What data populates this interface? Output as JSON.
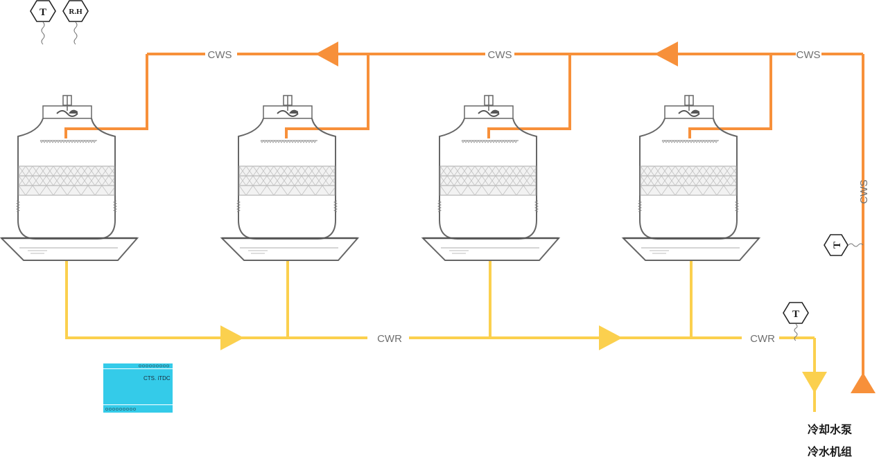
{
  "pipes": {
    "supply_label": "CWS",
    "return_label": "CWR",
    "supply_color": "#f7903a",
    "return_color": "#fbd04e"
  },
  "sensors": {
    "top_left": [
      {
        "text": "T"
      },
      {
        "text": "R.H"
      }
    ],
    "return_temp": {
      "text": "T"
    },
    "supply_temp": {
      "text": "T"
    }
  },
  "controller": {
    "label": "CTS. iTDC",
    "color": "#34cbe9"
  },
  "destinations": {
    "supply_from": "冷却水泵",
    "return_to": "冷水机组"
  },
  "towers": [
    {
      "id": "tower-1"
    },
    {
      "id": "tower-2"
    },
    {
      "id": "tower-3"
    },
    {
      "id": "tower-4"
    }
  ]
}
